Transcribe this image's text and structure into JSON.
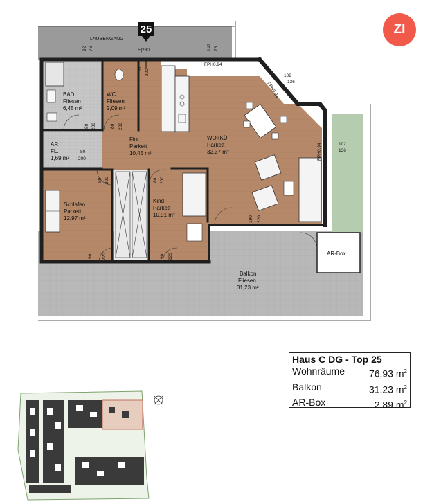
{
  "logo": {
    "text": "ZI",
    "color": "#f15a4a"
  },
  "unit_badge": "25",
  "corridor_label": "LAUBENGANG",
  "rooms": {
    "bad": {
      "name": "BAD",
      "floor": "Fliesen",
      "area": "6,45 m²"
    },
    "wc": {
      "name": "WC",
      "floor": "Fliesen",
      "area": "2,09 m²"
    },
    "ar": {
      "name": "AR",
      "floor": "FL.",
      "area": "1,69 m²"
    },
    "flur": {
      "name": "Flur",
      "floor": "Parkett",
      "area": "10,45 m²"
    },
    "wokue": {
      "name": "WO+KÜ",
      "floor": "Parkett",
      "area": "32,37 m²"
    },
    "schlafen": {
      "name": "Schlafen",
      "floor": "Parkett",
      "area": "12,97 m²"
    },
    "kind": {
      "name": "Kind",
      "floor": "Parkett",
      "area": "10,91 m²"
    },
    "balkon": {
      "name": "Balkon",
      "floor": "Fliesen",
      "area": "31,23 m²"
    },
    "arbox": {
      "name": "AR-Box"
    }
  },
  "dimensions": {
    "d1": "92",
    "d2": "76",
    "d3": "142",
    "d4": "76",
    "d5": "90",
    "d6": "220",
    "d7": "E|230",
    "d8": "102",
    "d9": "136",
    "d10": "102",
    "d11": "136",
    "d12": "80",
    "d13": "200",
    "d14": "80",
    "d15": "200",
    "d16": "80",
    "d17": "200",
    "d18": "80",
    "d19": "200",
    "d20": "80",
    "d21": "200",
    "d22": "80",
    "d23": "200",
    "d24": "90",
    "d25": "220",
    "d26": "90",
    "d27": "220",
    "d28": "190",
    "d29": "220",
    "fph1": "FPH0,94",
    "fph2": "FPH0,94",
    "fph3": "FPH0,94"
  },
  "info": {
    "title": "Haus C  DG  -  Top 25",
    "rows": [
      {
        "label": "Wohnräume",
        "value": "76,93 m",
        "sup": "2"
      },
      {
        "label": "Balkon",
        "value": "31,23 m",
        "sup": "2"
      },
      {
        "label": "AR-Box",
        "value": "2,89 m",
        "sup": "2"
      }
    ]
  },
  "colors": {
    "parkett": "#b48868",
    "fliesen": "#c2c2c2",
    "balkon": "#b5b5b5",
    "wall": "#1f1f1f"
  }
}
